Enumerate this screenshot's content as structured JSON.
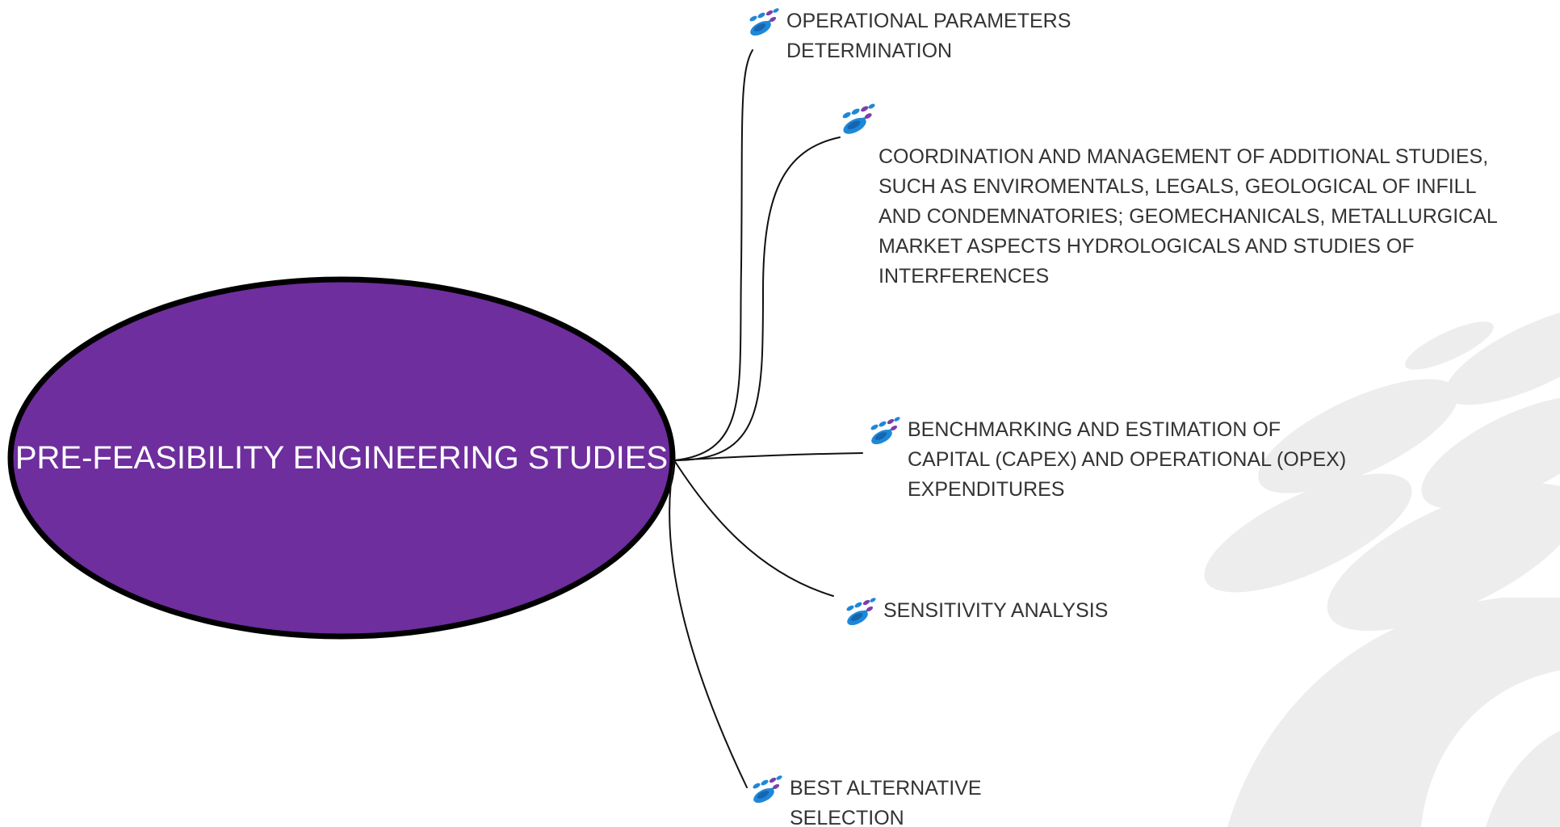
{
  "diagram": {
    "central_node": {
      "label": "PRE-FEASIBILITY ENGINEERING STUDIES",
      "fill_color": "#6E2E9E",
      "border_color": "#000000"
    },
    "branches": [
      {
        "label": "OPERATIONAL PARAMETERS\nDETERMINATION",
        "icon": "paw-print-icon"
      },
      {
        "label": "COORDINATION AND MANAGEMENT OF ADDITIONAL STUDIES,\nSUCH AS ENVIROMENTALS, LEGALS, GEOLOGICAL OF INFILL\nAND CONDEMNATORIES; GEOMECHANICALS, METALLURGICAL\nMARKET ASPECTS HYDROLOGICALS AND STUDIES OF\nINTERFERENCES",
        "icon": "paw-print-icon"
      },
      {
        "label": "BENCHMARKING AND ESTIMATION OF\nCAPITAL (CAPEX) AND OPERATIONAL (OPEX)\nEXPENDITURES",
        "icon": "paw-print-icon"
      },
      {
        "label": "SENSITIVITY ANALYSIS",
        "icon": "paw-print-icon"
      },
      {
        "label": "BEST ALTERNATIVE\nSELECTION",
        "icon": "paw-print-icon"
      }
    ],
    "colors": {
      "icon_blue": "#1E88D8",
      "icon_purple": "#7B3FA8",
      "text": "#333333",
      "connector": "#111111",
      "watermark": "#EDEDED"
    }
  }
}
